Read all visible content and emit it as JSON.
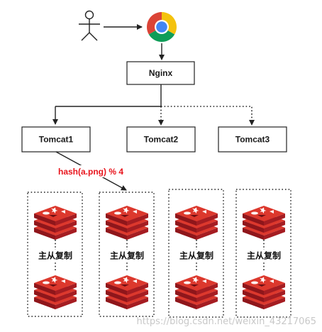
{
  "nginx": {
    "label": "Nginx"
  },
  "tomcats": [
    {
      "label": "Tomcat1"
    },
    {
      "label": "Tomcat2"
    },
    {
      "label": "Tomcat3"
    }
  ],
  "hash_rule": "hash(a.png) % 4",
  "redis_groups": [
    {
      "replication_label": "主从复制"
    },
    {
      "replication_label": "主从复制"
    },
    {
      "replication_label": "主从复制"
    },
    {
      "replication_label": "主从复制"
    }
  ],
  "watermark": "https://blog.csdn.net/weixin_43217065",
  "colors": {
    "hash_label": "#e8141c",
    "redis_red": "#c8232a",
    "chrome_red": "#db4437",
    "chrome_yellow": "#f4c20d",
    "chrome_green": "#0f9d58",
    "chrome_blue": "#4285f4"
  },
  "icons": {
    "user": "stick-figure-icon",
    "browser": "chrome-icon",
    "cache": "redis-icon"
  }
}
